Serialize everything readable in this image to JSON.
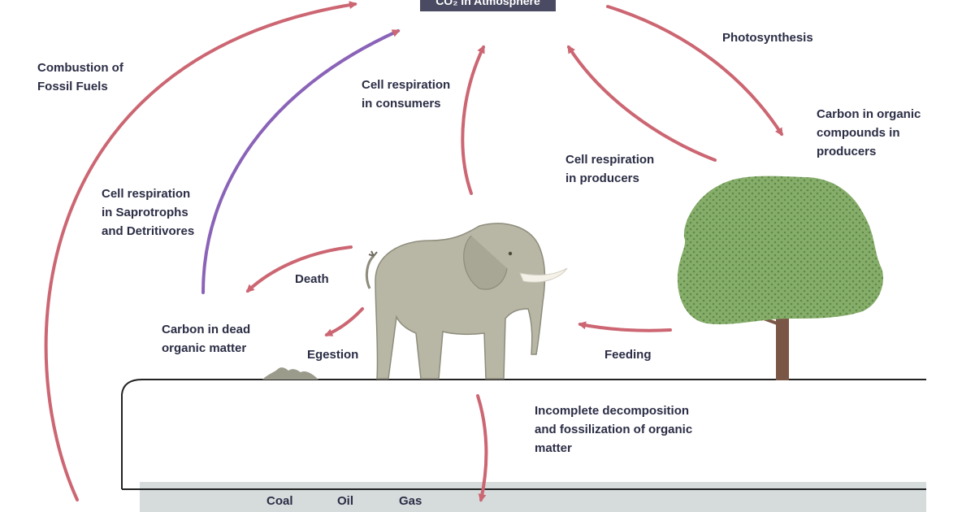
{
  "atmosphere": {
    "label": "CO₂ in Atmosphere"
  },
  "labels": {
    "combustion": [
      "Combustion of",
      "Fossil Fuels"
    ],
    "photosynthesis": [
      "Photosynthesis"
    ],
    "resp_consumers": [
      "Cell respiration",
      "in consumers"
    ],
    "resp_producers": [
      "Cell respiration",
      "in producers"
    ],
    "carbon_producers": [
      "Carbon in organic",
      "compounds in",
      "producers"
    ],
    "resp_saprotrophs": [
      "Cell respiration",
      "in Saprotrophs",
      "and Detritivores"
    ],
    "death": [
      "Death"
    ],
    "carbon_dead": [
      "Carbon in dead",
      "organic matter"
    ],
    "egestion": [
      "Egestion"
    ],
    "feeding": [
      "Feeding"
    ],
    "fossilization": [
      "Incomplete decomposition",
      "and fossilization of organic",
      "matter"
    ]
  },
  "fossil_fuels": [
    "Coal",
    "Oil",
    "Gas"
  ],
  "colors": {
    "arrow": "#cc6672",
    "saprotroph_arrow": "#8a63b8",
    "atmosphere_box": "#4a4a63",
    "text": "#2b2d45",
    "tree_canopy": "#86ad69",
    "tree_dots": "#5e8a4a",
    "tree_trunk": "#7a5646",
    "elephant": "#b8b6a5",
    "ground_layer": "#d5dcdb"
  }
}
